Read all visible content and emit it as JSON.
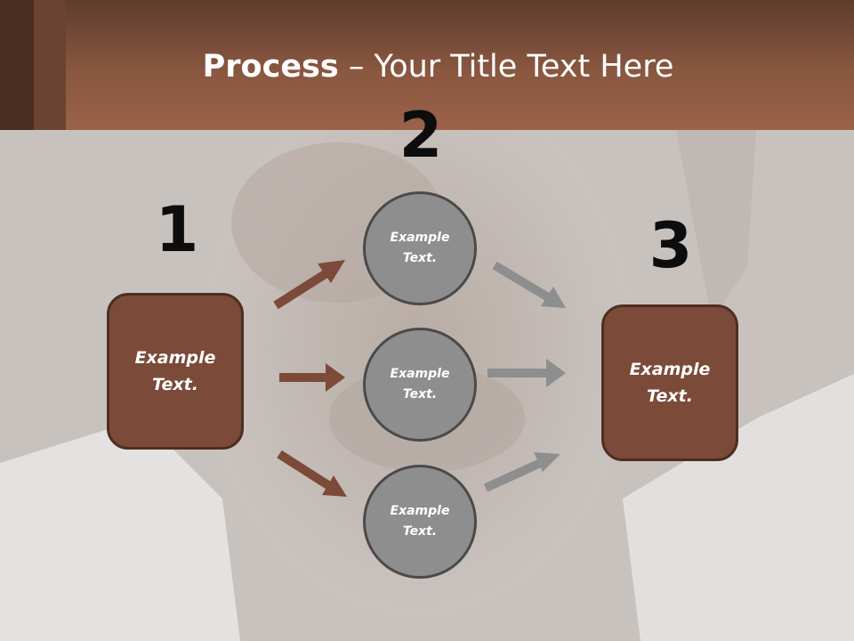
{
  "title": {
    "bold": "Process",
    "rest": " – Your Title Text Here"
  },
  "steps": {
    "one": {
      "number": "1",
      "label": "Example\nText."
    },
    "two": {
      "number": "2"
    },
    "three": {
      "number": "3",
      "label": "Example\nText."
    }
  },
  "middle_nodes": [
    {
      "label": "Example\nText."
    },
    {
      "label": "Example\nText."
    },
    {
      "label": "Example\nText."
    }
  ],
  "colors": {
    "accent_brown": "#7b4a38",
    "arrow_brown": "#7b4a38",
    "arrow_gray": "#8e8e8e",
    "circle_gray": "#8e8e8e"
  }
}
